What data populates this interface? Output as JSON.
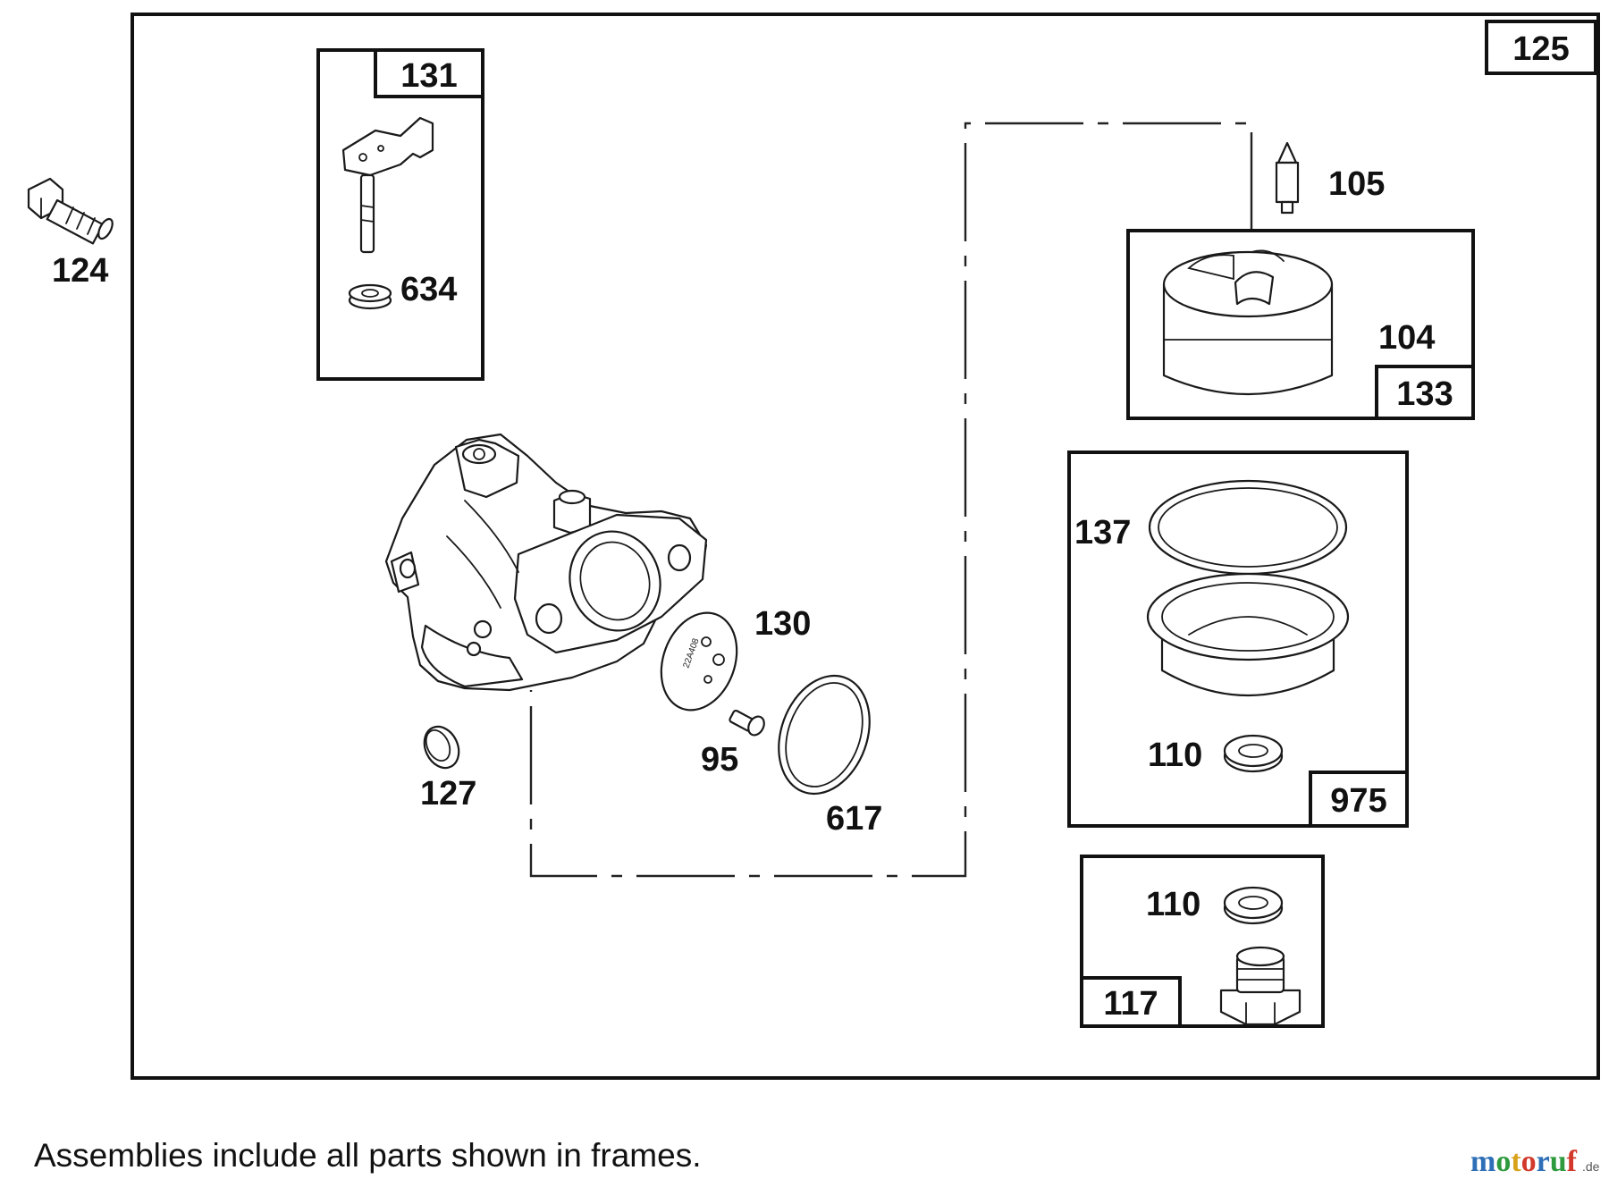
{
  "assembly_frame_label": "125",
  "callouts": {
    "p124": "124",
    "p131": "131",
    "p634": "634",
    "p105": "105",
    "p104": "104",
    "p133": "133",
    "p137": "137",
    "p110_a": "110",
    "p975": "975",
    "p110_b": "110",
    "p117": "117",
    "p130": "130",
    "p95": "95",
    "p617": "617",
    "p127": "127"
  },
  "footnote": "Assemblies include all parts shown in frames.",
  "plate_marking": "22A408",
  "watermark": {
    "letters": [
      "m",
      "o",
      "t",
      "o",
      "r",
      "u",
      "f"
    ],
    "letter_colors": [
      "#2e6fb7",
      "#2e9a3e",
      "#d9a21b",
      "#d2392b",
      "#2e6fb7",
      "#2e9a3e",
      "#d2392b"
    ],
    "suffix": ".de"
  }
}
